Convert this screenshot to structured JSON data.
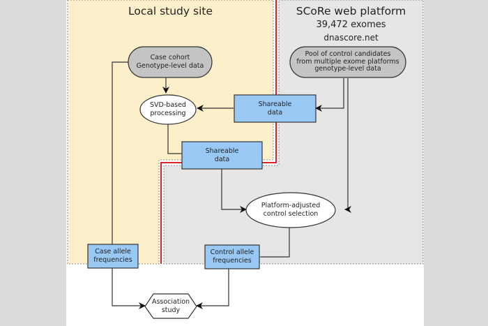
{
  "regions": {
    "local": {
      "title": "Local study site",
      "color": "#fdefc9"
    },
    "platform": {
      "title": "SCoRe web platform",
      "subtitle": "39,472 exomes",
      "url": "dnascore.net",
      "color": "#e6e6e6"
    }
  },
  "nodes": {
    "case_cohort": {
      "line1": "Case cohort",
      "line2": "Genotype-level data"
    },
    "control_pool": {
      "line1": "Pool of control candidates",
      "line2": "from multiple exome platforms",
      "line3": "genotype-level data"
    },
    "svd": {
      "line1": "SVD-based",
      "line2": "processing"
    },
    "shareable_1": {
      "line1": "Shareable",
      "line2": "data"
    },
    "shareable_2": {
      "line1": "Shareable",
      "line2": "data"
    },
    "platform_adjusted": {
      "line1": "Platform-adjusted",
      "line2": "control selection"
    },
    "case_af": {
      "line1": "Case allele",
      "line2": "frequencies"
    },
    "control_af": {
      "line1": "Control allele",
      "line2": "frequencies"
    },
    "association": {
      "line1": "Association",
      "line2": "study"
    }
  },
  "colors": {
    "blue_box": "#99c8f5",
    "grey_pill": "#c4c4c4",
    "boundary_red": "#d8252a"
  }
}
